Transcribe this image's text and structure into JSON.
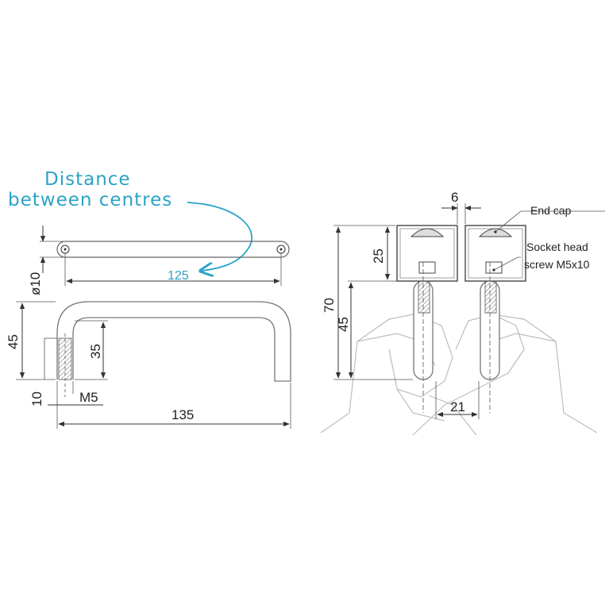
{
  "annotation": {
    "line1": "Distance",
    "line2": "between centres",
    "color": "#2aa3c6"
  },
  "top_view": {
    "centres": "125",
    "diameter": "ø10"
  },
  "front_view": {
    "height": "45",
    "depth": "35",
    "base": "10",
    "thread": "M5",
    "length": "135"
  },
  "side_view": {
    "gap": "6",
    "height_total": "70",
    "top_height": "25",
    "lower_height": "45",
    "spacing": "21",
    "end_cap": "End cap",
    "screw_line1": "Socket head",
    "screw_line2": "screw M5x10"
  }
}
